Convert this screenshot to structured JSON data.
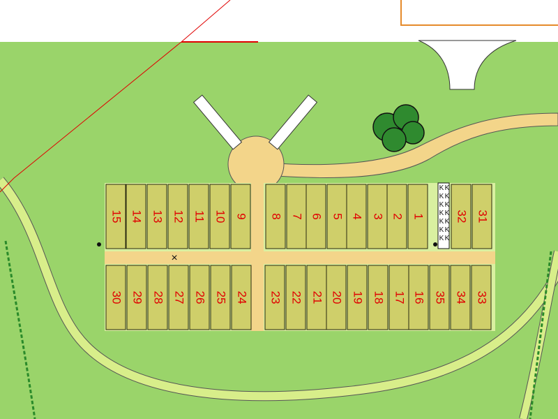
{
  "map": {
    "colors": {
      "grass": "#9ad46a",
      "path": "#f3d58a",
      "plot": "#cfcf6a",
      "plot_number": "#e00000",
      "property_line": "#e00000",
      "boundary_orange": "#e58a2a"
    },
    "plots_top_row": [
      {
        "number": "15"
      },
      {
        "number": "14"
      },
      {
        "number": "13"
      },
      {
        "number": "12"
      },
      {
        "number": "11"
      },
      {
        "number": "10"
      },
      {
        "number": "9"
      },
      {
        "number": "8"
      },
      {
        "number": "7"
      },
      {
        "number": "6"
      },
      {
        "number": "5"
      },
      {
        "number": "4"
      },
      {
        "number": "3"
      },
      {
        "number": "2"
      },
      {
        "number": "1"
      },
      {
        "number": "32"
      },
      {
        "number": "31"
      }
    ],
    "plots_bottom_row": [
      {
        "number": "30"
      },
      {
        "number": "29"
      },
      {
        "number": "28"
      },
      {
        "number": "27"
      },
      {
        "number": "26"
      },
      {
        "number": "25"
      },
      {
        "number": "24"
      },
      {
        "number": "23"
      },
      {
        "number": "22"
      },
      {
        "number": "21"
      },
      {
        "number": "20"
      },
      {
        "number": "19"
      },
      {
        "number": "18"
      },
      {
        "number": "17"
      },
      {
        "number": "16"
      },
      {
        "number": "35"
      },
      {
        "number": "34"
      },
      {
        "number": "33"
      }
    ],
    "kerb_glyph": "K",
    "marker_glyph": "×"
  }
}
